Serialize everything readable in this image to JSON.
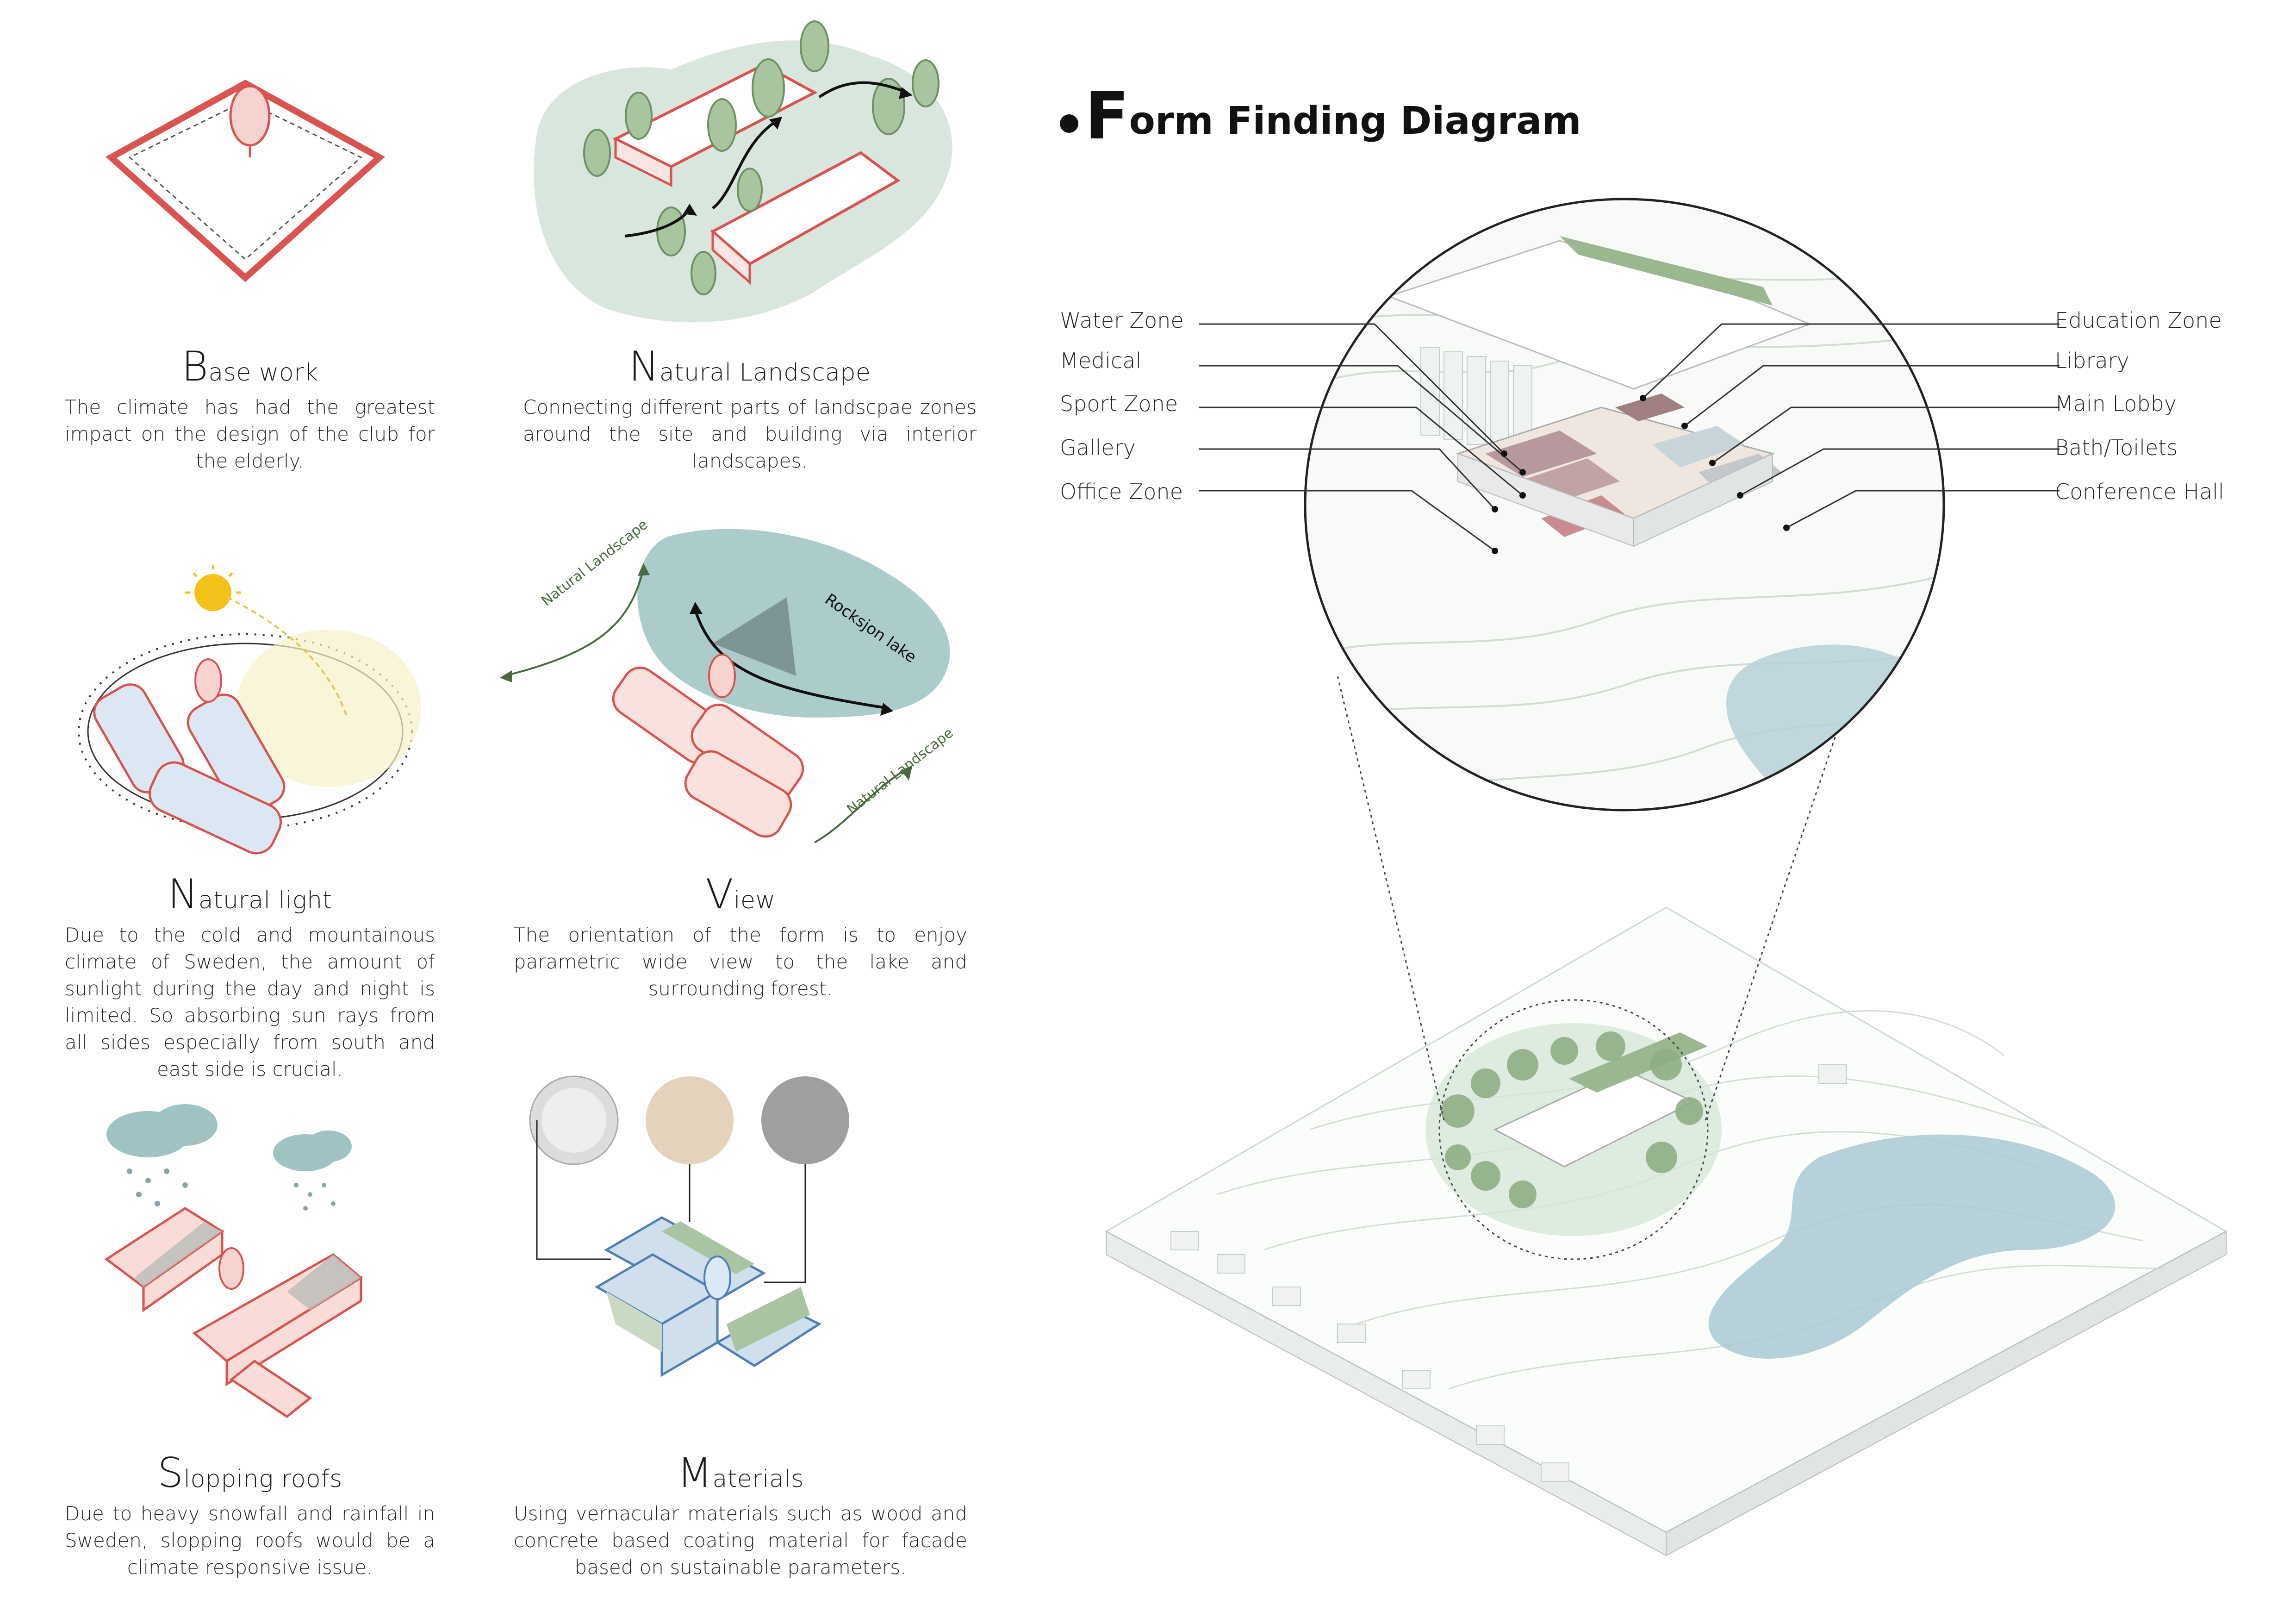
{
  "title": {
    "first": "F",
    "rest": "orm Finding Diagram"
  },
  "panels": [
    {
      "heading_first": "B",
      "heading_rest": "ase work",
      "text": "The climate has had the greatest impact on the design of the club for the elderly."
    },
    {
      "heading_first": "N",
      "heading_rest": "atural Landscape",
      "text": "Connecting different parts of landscpae zones around the site and building via interior landscapes."
    },
    {
      "heading_first": "N",
      "heading_rest": "atural light",
      "text": "Due to the cold and mountainous climate of Sweden, the amount of sunlight during the day and night is limited. So absorbing sun rays from all sides especially from south and east side is crucial."
    },
    {
      "heading_first": "V",
      "heading_rest": "iew",
      "text": "The orientation of the form is to enjoy parametric wide view to the lake and surrounding forest."
    },
    {
      "heading_first": "S",
      "heading_rest": "lopping roofs",
      "text": "Due to heavy snowfall and rainfall in Sweden, slopping roofs would be a climate responsive issue."
    },
    {
      "heading_first": "M",
      "heading_rest": "aterials",
      "text": "Using vernacular materials such as wood and concrete based coating material for facade based on sustainable parameters."
    }
  ],
  "view_labels": {
    "landscape_a": "Natural Landscape",
    "landscape_b": "Natural Landscape",
    "lake": "Rocksjon lake"
  },
  "zones_left": [
    "Water Zone",
    "Medical",
    "Sport Zone",
    "Gallery",
    "Office Zone"
  ],
  "zones_right": [
    "Education Zone",
    "Library",
    "Main Lobby",
    "Bath/Toilets",
    "Conference Hall"
  ],
  "colors": {
    "accent_red": "#d9534f",
    "pink_fill": "#f6d3cf",
    "green": "#8fb08a",
    "teal_lake": "#9ec3c2",
    "blue_block": "#b9d0e4"
  }
}
